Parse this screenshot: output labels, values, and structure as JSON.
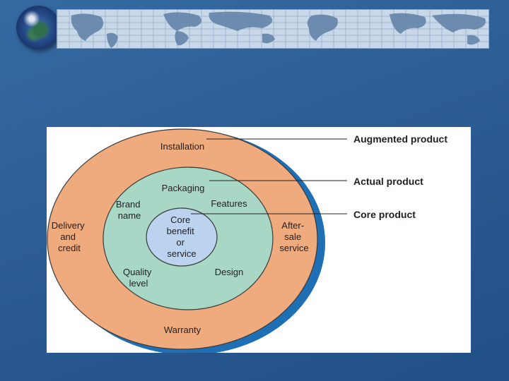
{
  "outer_ring": {
    "top": "Installation",
    "bottom": "Warranty",
    "left": [
      "Delivery",
      "and",
      "credit"
    ],
    "right": [
      "After-",
      "sale",
      "service"
    ]
  },
  "middle_ring": {
    "top": "Packaging",
    "top_left": [
      "Brand",
      "name"
    ],
    "top_right": "Features",
    "bottom_left": [
      "Quality",
      "level"
    ],
    "bottom_right": "Design"
  },
  "core": [
    "Core",
    "benefit",
    "or",
    "service"
  ],
  "legend": {
    "augmented": "Augmented product",
    "actual": "Actual product",
    "core": "Core product"
  },
  "colors": {
    "outer_ring": "#efaa7d",
    "middle_ring": "#a9d7c5",
    "core": "#bcd3f0",
    "shadow": "#1e6fb4"
  }
}
